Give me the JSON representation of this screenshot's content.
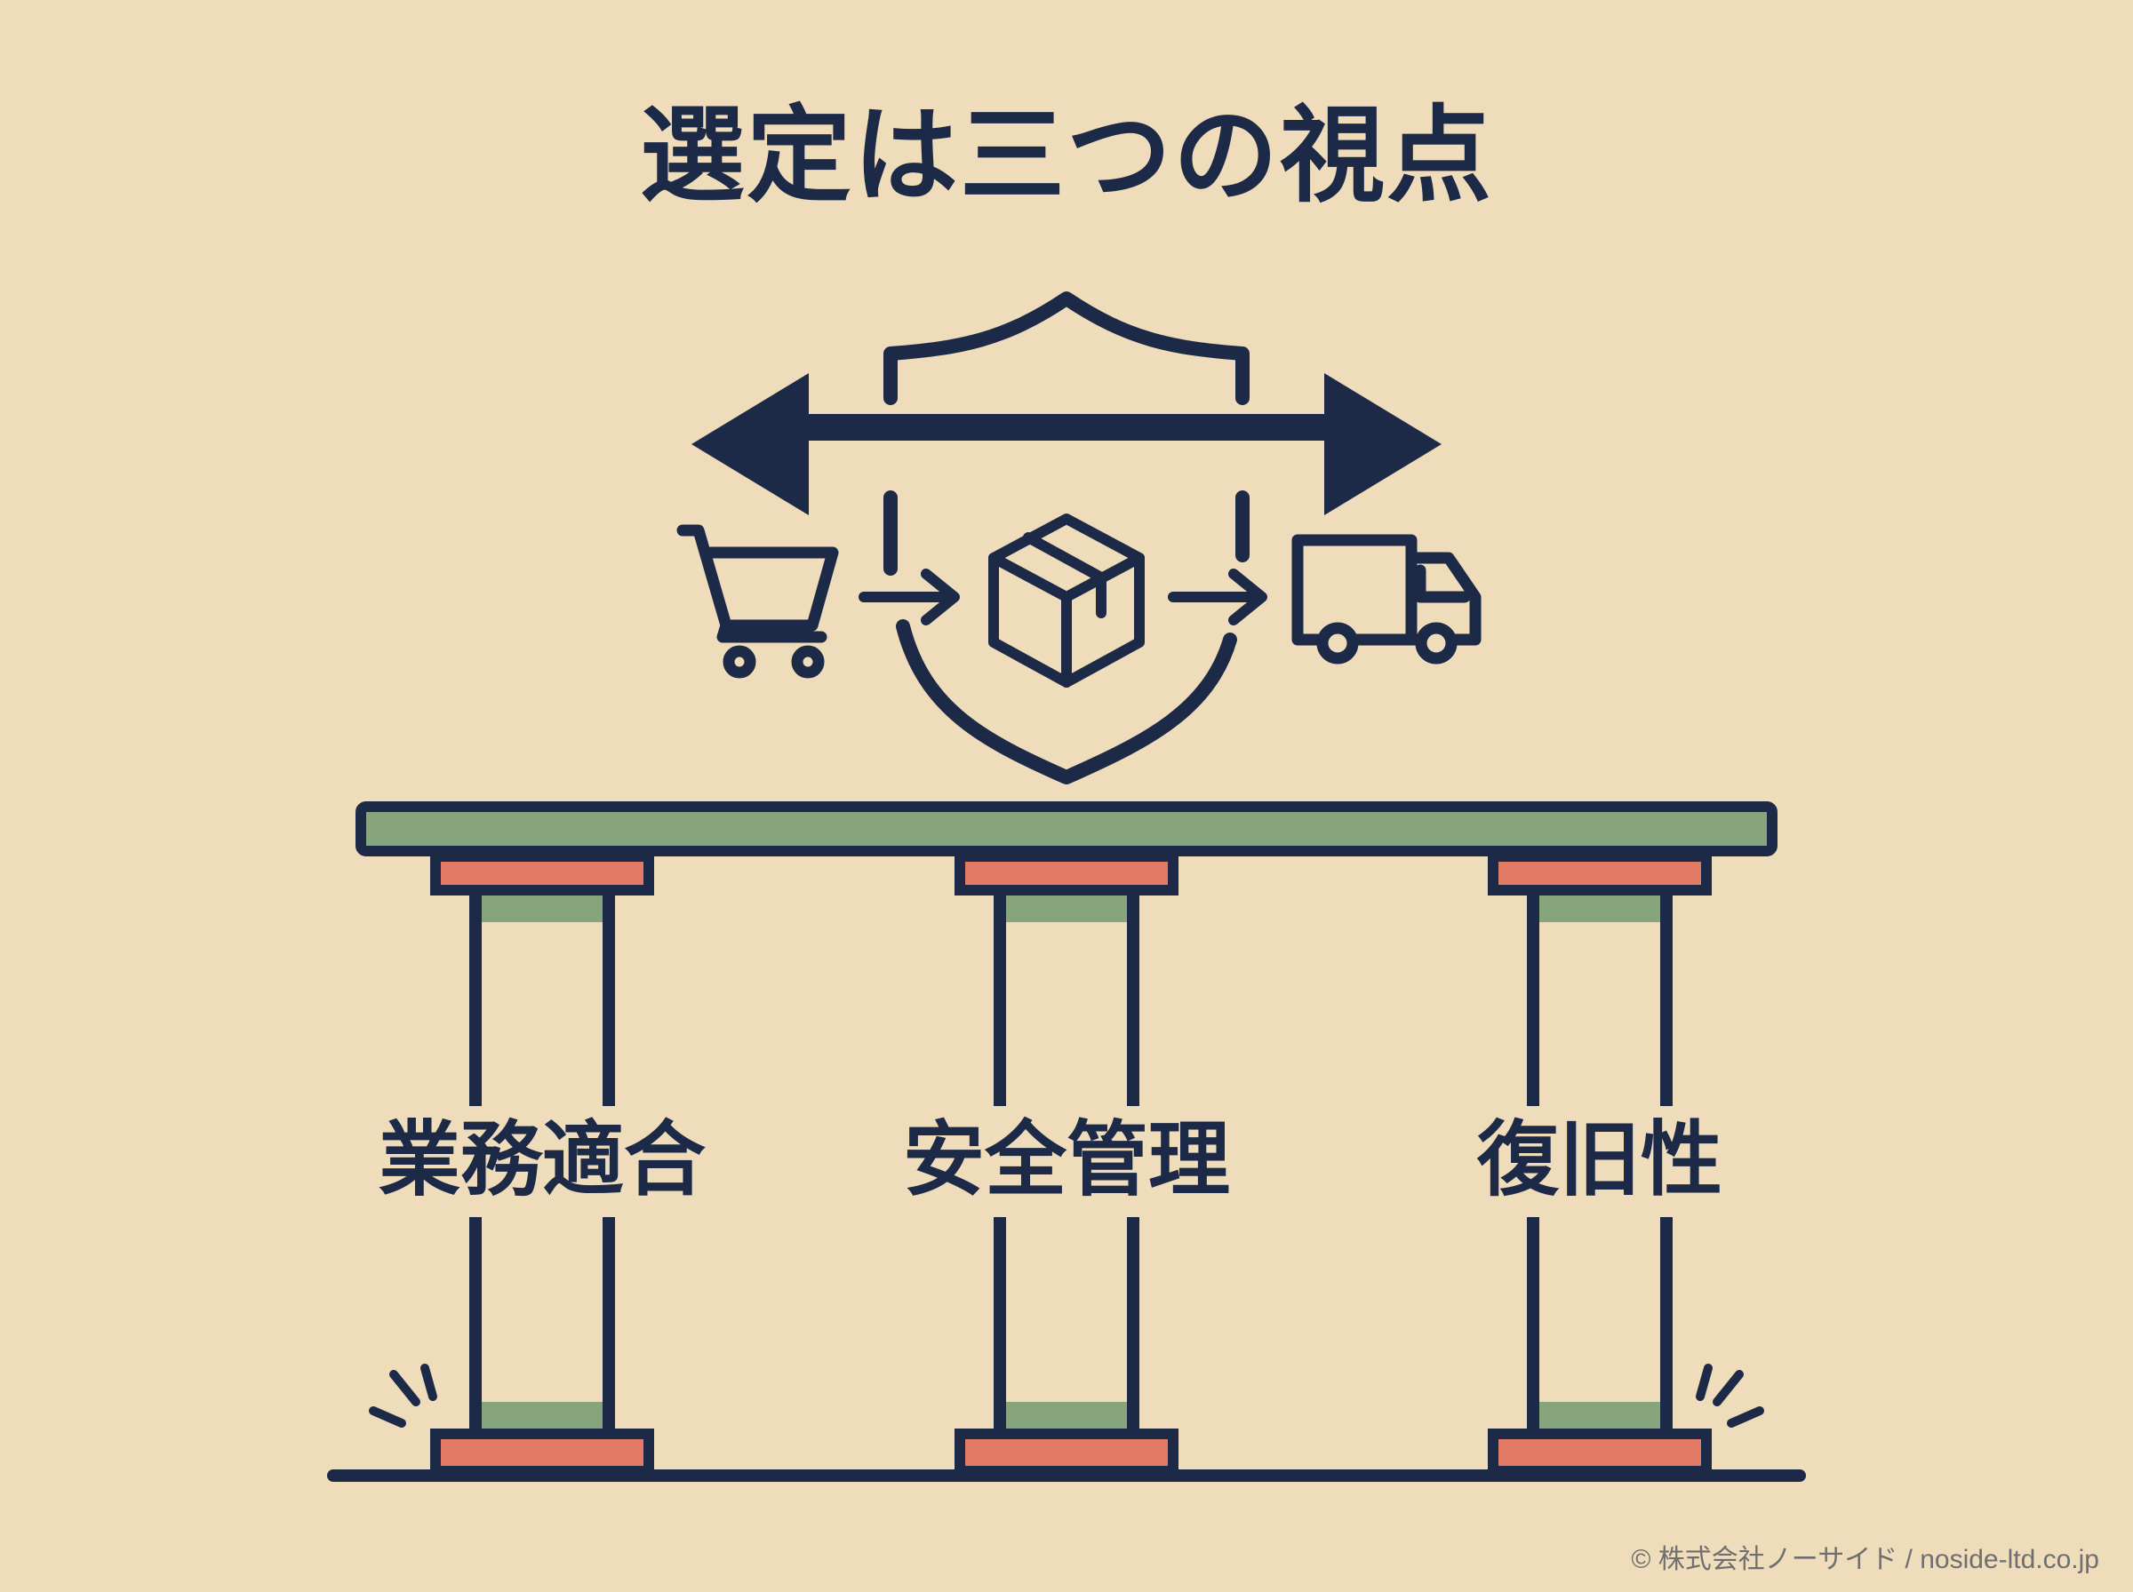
{
  "title": "選定は三つの視点",
  "pillars": [
    {
      "label": "業務適合"
    },
    {
      "label": "安全管理"
    },
    {
      "label": "復旧性"
    }
  ],
  "icons": [
    "shield-icon",
    "double-arrow-icon",
    "shopping-cart-icon",
    "package-box-icon",
    "delivery-truck-icon"
  ],
  "colors": {
    "background": "#eedcbb",
    "ink": "#1c2947",
    "beam_green": "#87a57c",
    "capital_red": "#e27a66"
  },
  "credit": "© 株式会社ノーサイド / noside-ltd.co.jp"
}
